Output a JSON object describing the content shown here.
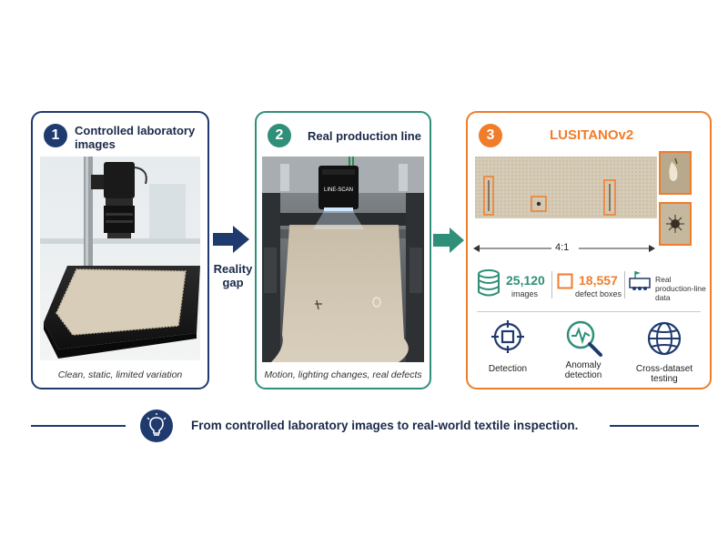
{
  "panel1": {
    "number": "1",
    "title_line1": "Controlled laboratory",
    "title_line2": "images",
    "caption": "Clean, static, limited variation",
    "accent": "#1f3a6e"
  },
  "gap": {
    "label_line1": "Reality",
    "label_line2": "gap"
  },
  "panel2": {
    "number": "2",
    "title": "Real production line",
    "camera_label": "LINE-SCAN",
    "caption": "Motion, lighting changes, real defects",
    "accent": "#2f8f78"
  },
  "panel3": {
    "number": "3",
    "title": "LUSITANOv2",
    "ratio": "4:1",
    "stats": {
      "images_count": "25,120",
      "images_label": "images",
      "boxes_count": "18,557",
      "boxes_label": "defect boxes",
      "data_label_line1": "Real",
      "data_label_line2": "production-line",
      "data_label_line3": "data"
    },
    "capabilities": {
      "detection": "Detection",
      "anomaly_line1": "Anomaly",
      "anomaly_line2": "detection",
      "cross_line1": "Cross-dataset",
      "cross_line2": "testing"
    },
    "accent": "#ef7d2a"
  },
  "footer": {
    "text": "From controlled laboratory images to real-world textile inspection."
  }
}
